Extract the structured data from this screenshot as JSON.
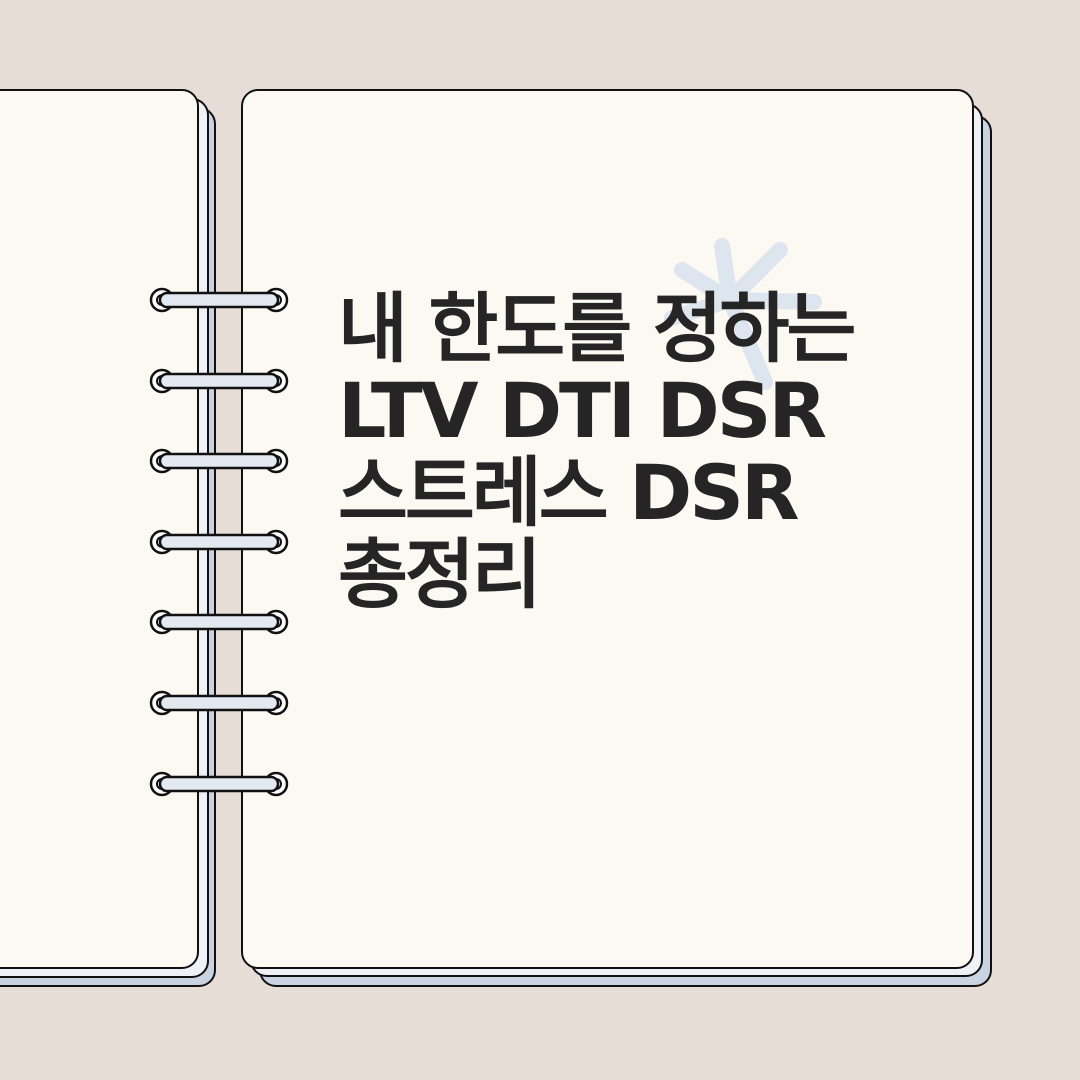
{
  "title": {
    "line1": "내 한도를 정하는",
    "line2": "LTV DTI DSR",
    "line3": "스트레스 DSR",
    "line4": "총정리"
  },
  "icons": {
    "sparkle": "asterisk-sparkle-icon",
    "binding": "spiral-binding-ring-icon"
  },
  "colors": {
    "background": "#e6ddd6",
    "page": "#fcf9f3",
    "page_edge": "#c9d3e1",
    "outline": "#111111",
    "ring": "#e3e9f1",
    "sparkle": "#dde5ef",
    "text": "#252525"
  }
}
